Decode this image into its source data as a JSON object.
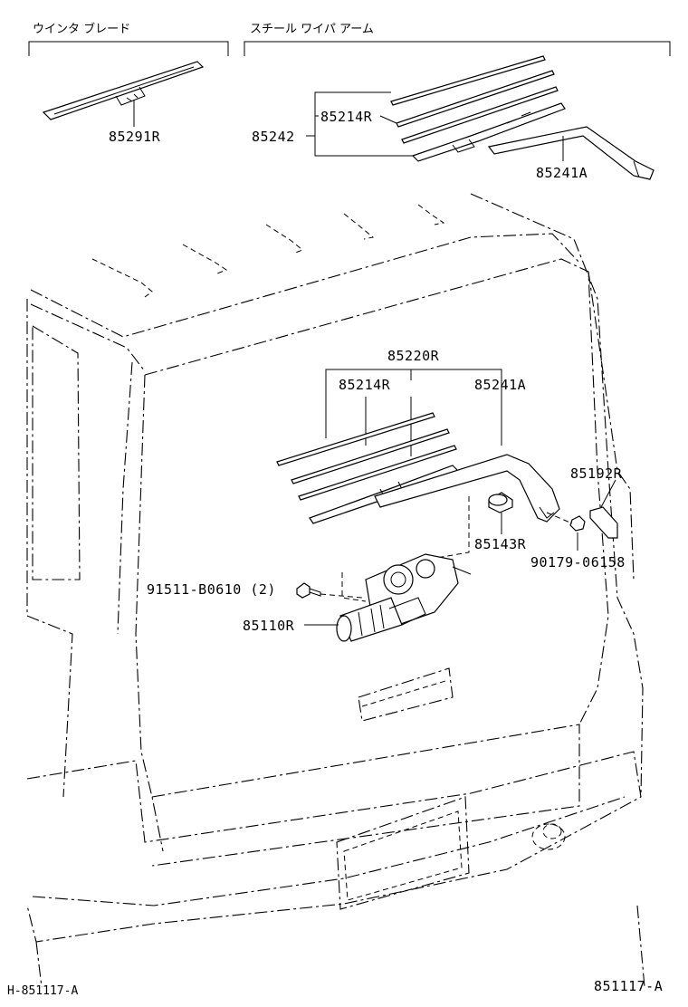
{
  "headers": {
    "blade_section": "ウインタ ブレード",
    "arm_section": "スチール ワイパ アーム"
  },
  "parts": {
    "p85291R": "85291R",
    "p85214R_top": "85214R",
    "p85242": "85242",
    "p85241A_top": "85241A",
    "p85220R": "85220R",
    "p85214R": "85214R",
    "p85241A": "85241A",
    "p85192R": "85192R",
    "p85143R": "85143R",
    "p90179": "90179-06158",
    "p91511": "91511-B0610 (2)",
    "p85110R": "85110R"
  },
  "footer": {
    "left_code": "H-851117-A",
    "right_code": "851117-A"
  }
}
